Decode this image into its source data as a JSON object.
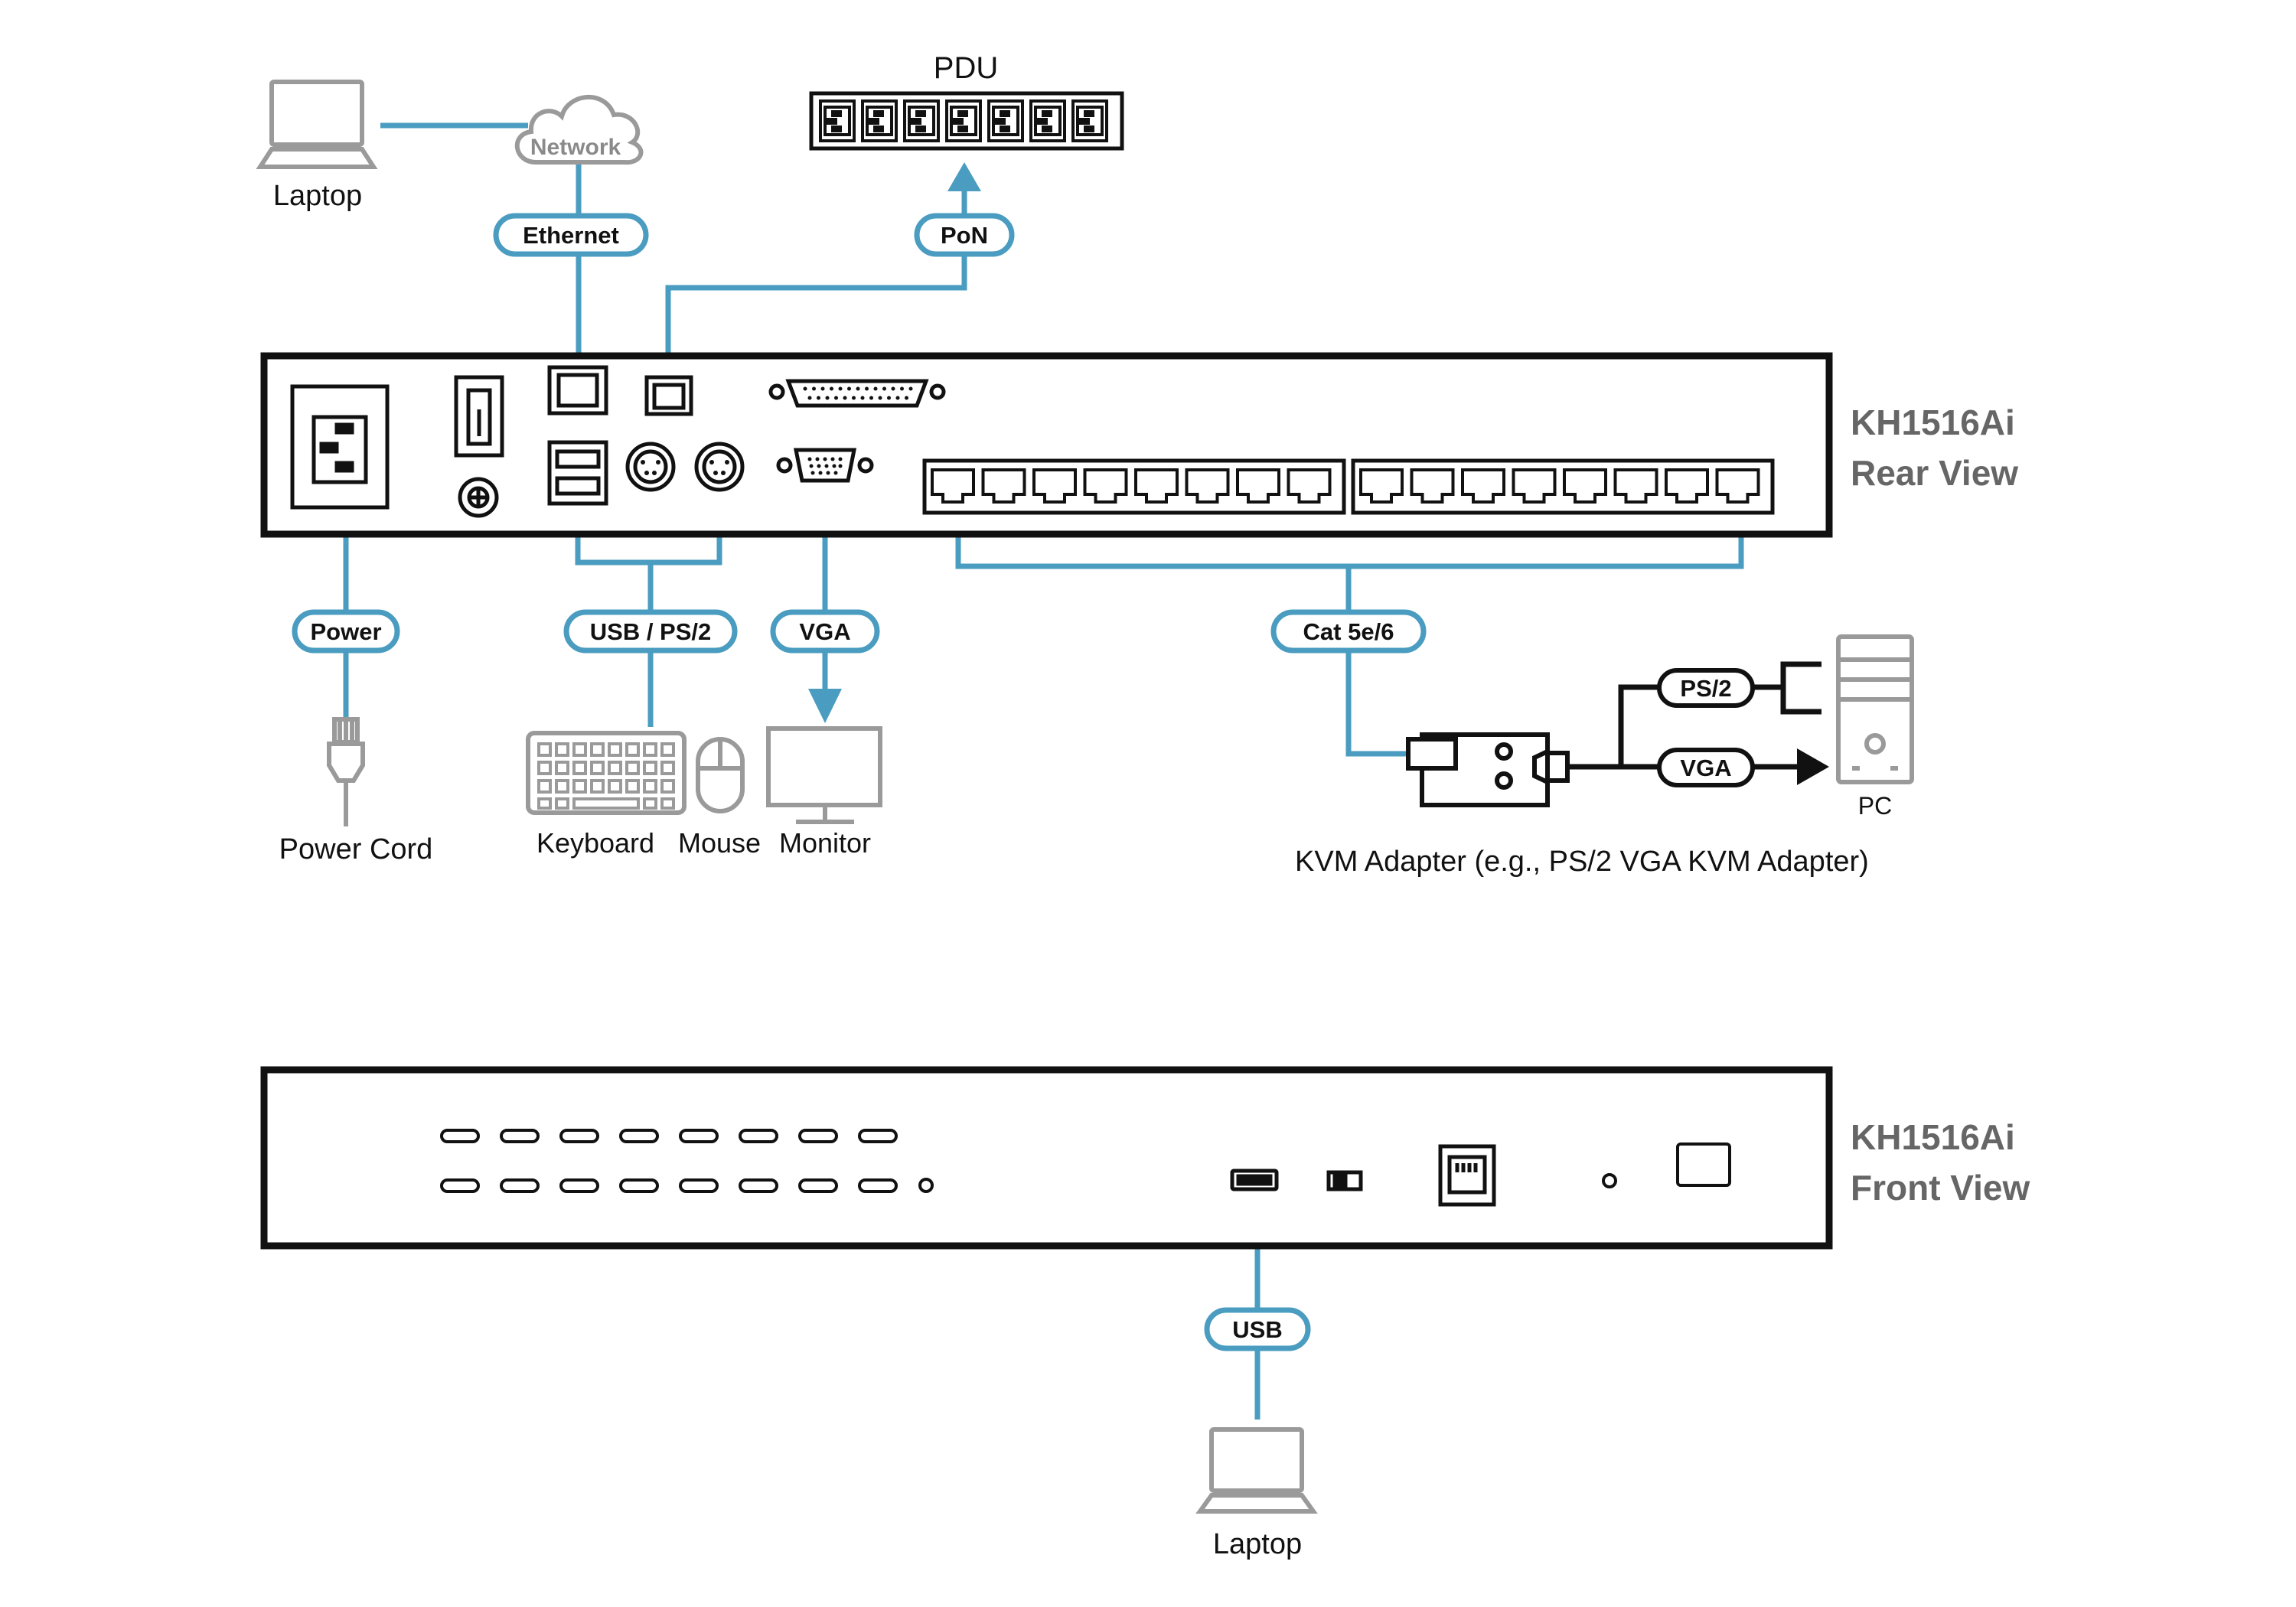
{
  "colors": {
    "cable": "#4a9cc0",
    "device": "#111111",
    "peripheral": "#9a9a9a",
    "title": "#666666"
  },
  "top": {
    "laptop_label": "Laptop",
    "network_label": "Network",
    "pdu_label": "PDU",
    "pdu_outlet_count": 7
  },
  "cables": {
    "ethernet": "Ethernet",
    "pon": "PoN",
    "power": "Power",
    "usb_ps2": "USB / PS/2",
    "vga": "VGA",
    "cat": "Cat 5e/6",
    "adapter_ps2": "PS/2",
    "adapter_vga": "VGA",
    "front_usb": "USB"
  },
  "rear": {
    "title_line1": "KH1516Ai",
    "title_line2": "Rear View",
    "kvm_port_count": 16
  },
  "peripherals": {
    "power_cord": "Power Cord",
    "keyboard": "Keyboard",
    "mouse": "Mouse",
    "monitor": "Monitor",
    "pc": "PC",
    "kvm_adapter": "KVM Adapter  (e.g., PS/2 VGA KVM Adapter)"
  },
  "front": {
    "title_line1": "KH1516Ai",
    "title_line2": "Front View",
    "laptop_label": "Laptop",
    "port_button_count": 16
  }
}
